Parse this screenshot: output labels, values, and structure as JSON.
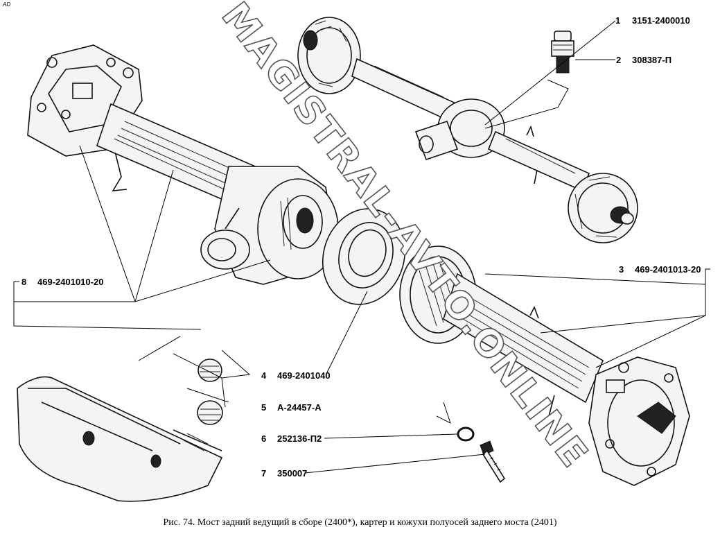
{
  "corner_mark": "AD",
  "watermark": "MAGISTRAL-AVTO.ONLINE",
  "caption": "Рис. 74. Мост задний ведущий в сборе (2400*), картер и кожухи полуосей заднего моста (2401)",
  "callouts": [
    {
      "num": "1",
      "part": "3151-2400010"
    },
    {
      "num": "2",
      "part": "308387-П"
    },
    {
      "num": "3",
      "part": "469-2401013-20"
    },
    {
      "num": "4",
      "part": "469-2401040"
    },
    {
      "num": "5",
      "part": "А-24457-А"
    },
    {
      "num": "6",
      "part": "252136-П2"
    },
    {
      "num": "7",
      "part": "350007"
    },
    {
      "num": "8",
      "part": "469-2401010-20"
    }
  ]
}
